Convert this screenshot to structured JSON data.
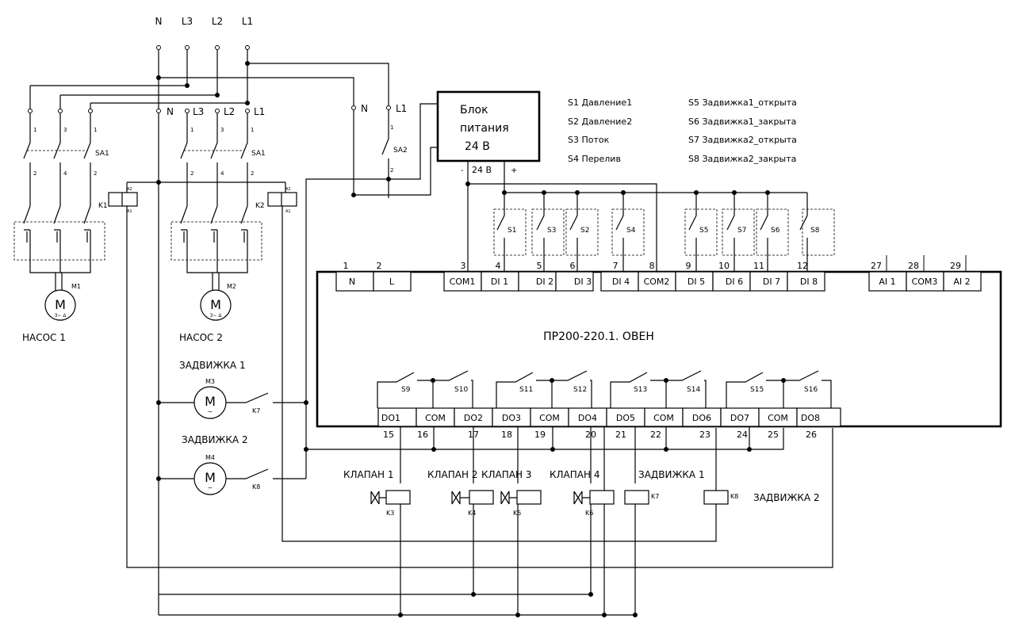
{
  "bus_labels": [
    "N",
    "L3",
    "L2",
    "L1"
  ],
  "sa_labels": [
    "SA1",
    "SA1",
    "SA2"
  ],
  "sa_contact_numbers": [
    "1",
    "3",
    "1",
    "2",
    "4",
    "2"
  ],
  "sa2_numbers": [
    "1",
    "2"
  ],
  "sub_bus_labels": [
    "N",
    "L3",
    "L2",
    "L1"
  ],
  "psu_input_labels": [
    "N",
    "L1"
  ],
  "psu": {
    "line1": "Блок",
    "line2": "питания",
    "line3": "24 В",
    "out_label": "24 В",
    "minus": "-",
    "plus": "+"
  },
  "legend_left": [
    "S1 Давление1",
    "S2 Давление2",
    "S3 Поток",
    "S4 Перелив"
  ],
  "legend_right": [
    "S5 Задвижка1_открыта",
    "S6 Задвижка1_закрыта",
    "S7 Задвижка2_открыта",
    "S8 Задвижка2_закрыта"
  ],
  "contactors": [
    {
      "label": "K1",
      "a2": "A2",
      "a1": "A1"
    },
    {
      "label": "K2",
      "a2": "A2",
      "a1": "A1"
    }
  ],
  "motors": [
    {
      "id": "M1",
      "symbol": "M",
      "sub": "3~ Δ",
      "caption": "НАСОС 1"
    },
    {
      "id": "M2",
      "symbol": "M",
      "sub": "3~ Δ",
      "caption": "НАСОС 2"
    },
    {
      "id": "M3",
      "symbol": "M",
      "sub": "~",
      "caption": "ЗАДВИЖКА 1",
      "relay": "K7"
    },
    {
      "id": "M4",
      "symbol": "M",
      "sub": "~",
      "caption": "ЗАДВИЖКА 2",
      "relay": "K8"
    }
  ],
  "sensors": [
    "S1",
    "S3",
    "S2",
    "S4",
    "S5",
    "S7",
    "S6",
    "S8"
  ],
  "plc": {
    "title": "ПР200-220.1. ОВЕН",
    "top_terminals": [
      {
        "num": "1",
        "label": "N"
      },
      {
        "num": "2",
        "label": "L"
      },
      {
        "num": "3",
        "label": "COM1"
      },
      {
        "num": "4",
        "label": "DI 1"
      },
      {
        "num": "5",
        "label": "DI 2"
      },
      {
        "num": "6",
        "label": "DI 3"
      },
      {
        "num": "7",
        "label": "DI 4"
      },
      {
        "num": "8",
        "label": "COM2"
      },
      {
        "num": "9",
        "label": "DI 5"
      },
      {
        "num": "10",
        "label": "DI 6"
      },
      {
        "num": "11",
        "label": "DI 7"
      },
      {
        "num": "12",
        "label": "DI 8"
      },
      {
        "num": "27",
        "label": "AI 1"
      },
      {
        "num": "28",
        "label": "COM3"
      },
      {
        "num": "29",
        "label": "AI 2"
      }
    ],
    "bottom_terminals": [
      {
        "num": "15",
        "label": "DO1"
      },
      {
        "num": "16",
        "label": "COM"
      },
      {
        "num": "17",
        "label": "DO2"
      },
      {
        "num": "18",
        "label": "DO3"
      },
      {
        "num": "19",
        "label": "COM"
      },
      {
        "num": "20",
        "label": "DO4"
      },
      {
        "num": "21",
        "label": "DO5"
      },
      {
        "num": "22",
        "label": "COM"
      },
      {
        "num": "23",
        "label": "DO6"
      },
      {
        "num": "24",
        "label": "DO7"
      },
      {
        "num": "25",
        "label": "COM"
      },
      {
        "num": "26",
        "label": "DO8"
      }
    ],
    "relay_contacts": [
      "S9",
      "S10",
      "S11",
      "S12",
      "S13",
      "S14",
      "S15",
      "S16"
    ]
  },
  "loads": [
    {
      "caption": "КЛАПАН 1",
      "coil": "K3"
    },
    {
      "caption": "КЛАПАН 2",
      "coil": "K4"
    },
    {
      "caption": "КЛАПАН 3",
      "coil": "K5"
    },
    {
      "caption": "КЛАПАН 4",
      "coil": "K6"
    },
    {
      "caption": "ЗАДВИЖКА 1",
      "coil": "K7"
    },
    {
      "caption": "ЗАДВИЖКА 2",
      "coil": "K8"
    }
  ]
}
